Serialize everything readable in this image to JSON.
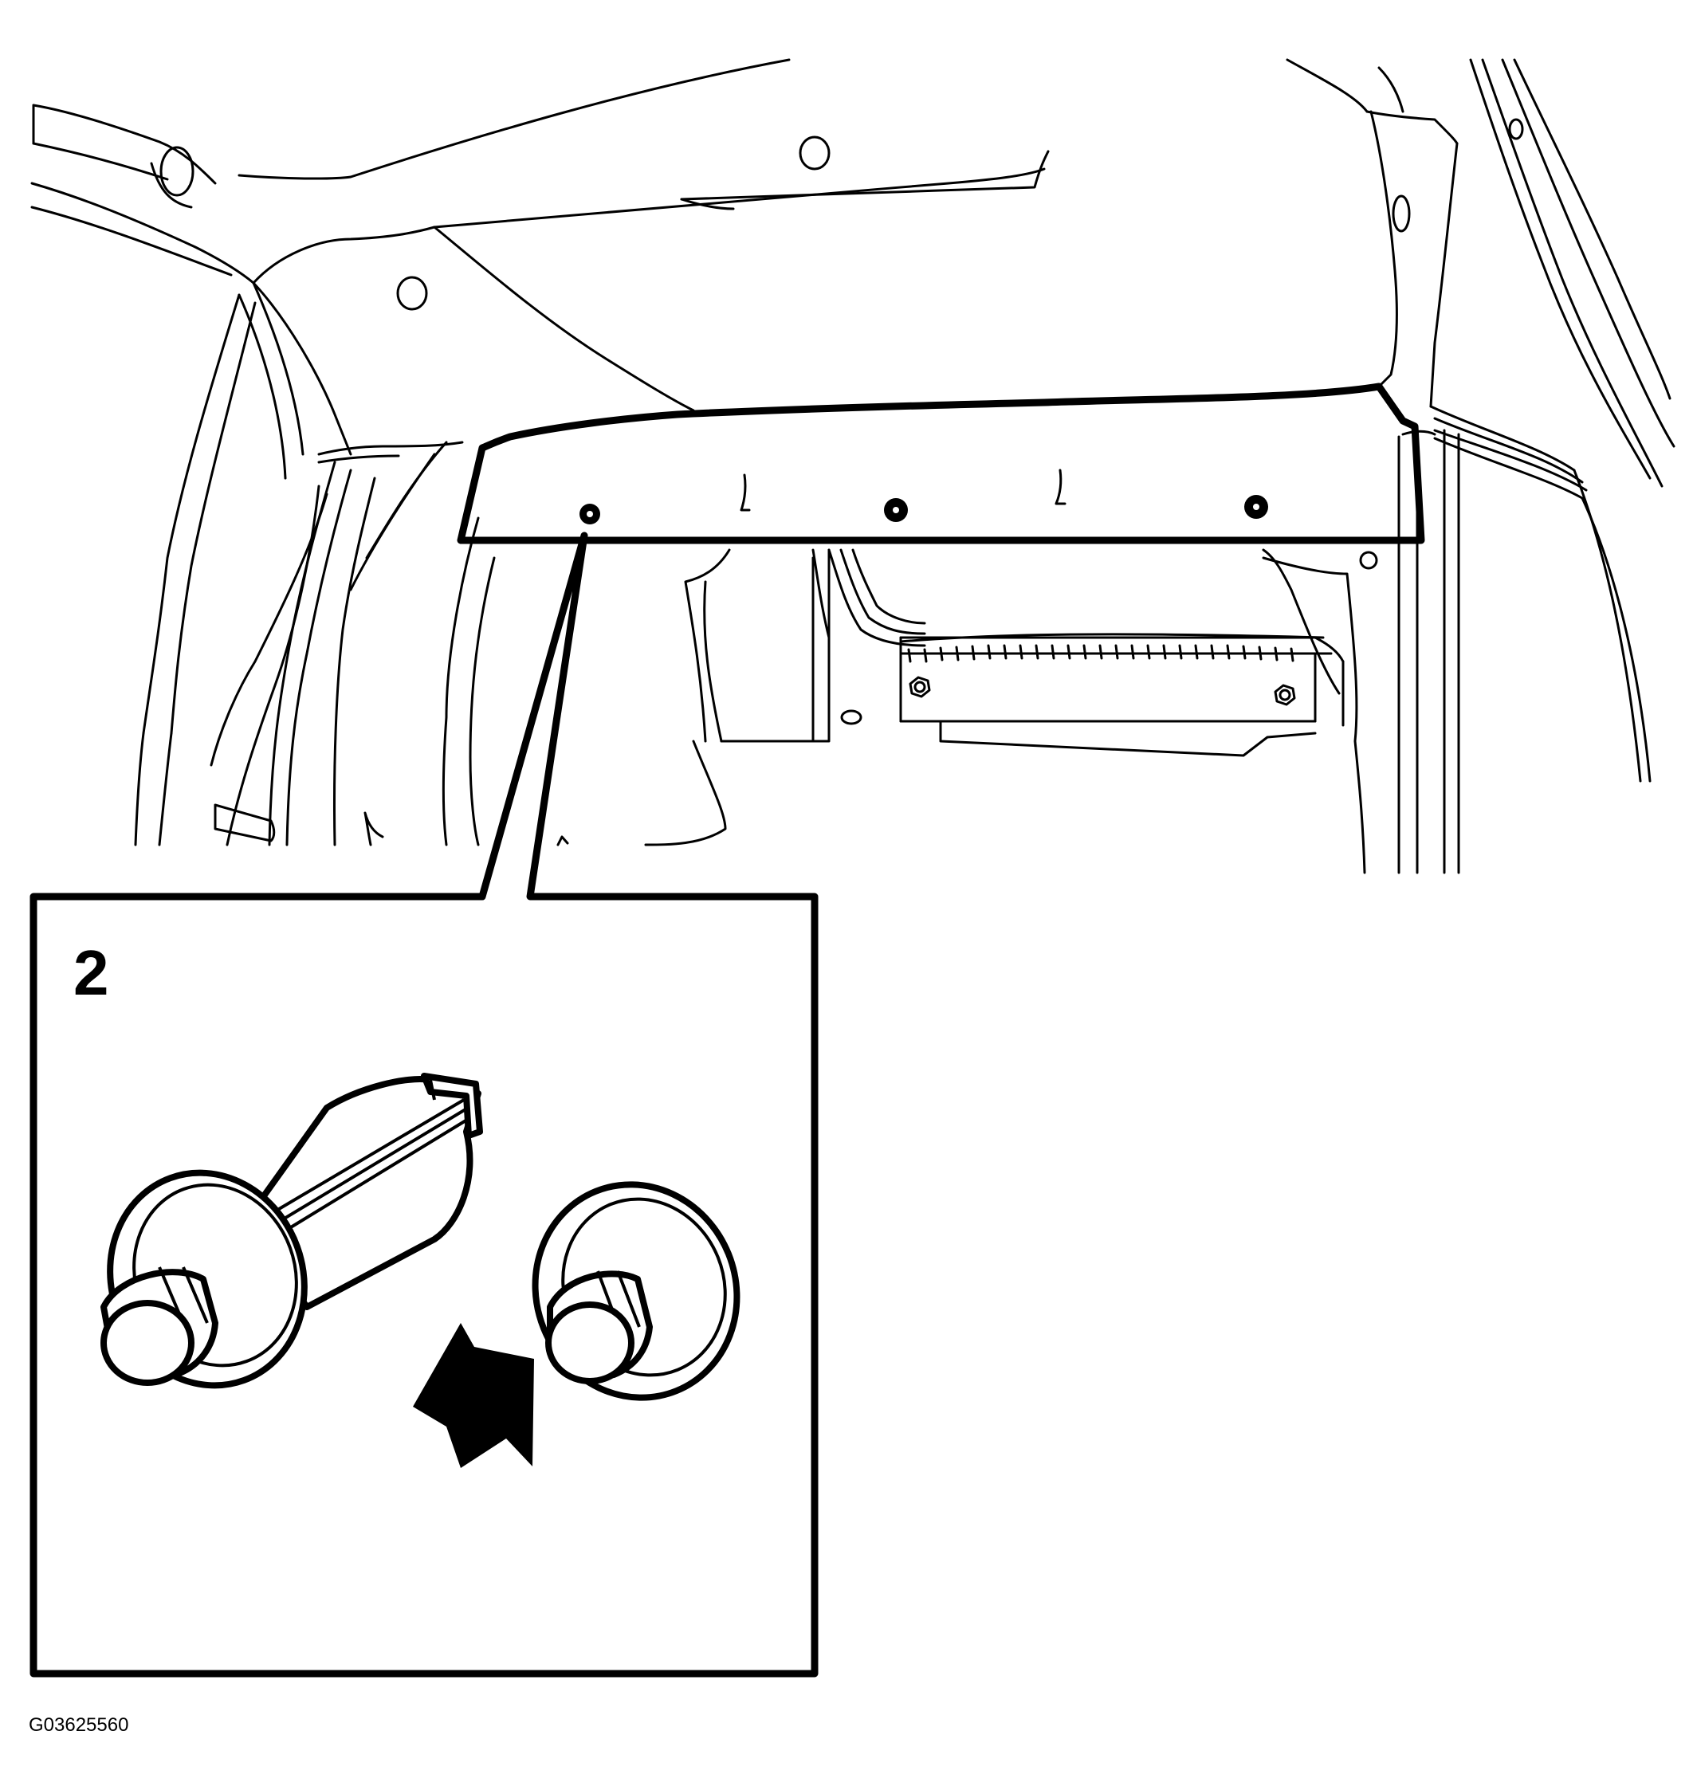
{
  "callout": {
    "label": "2"
  },
  "figure": {
    "id": "G03625560"
  },
  "icons": {
    "panel": "trim-panel",
    "fastener": "push-clip-fastener",
    "arrow": "push-arrow"
  }
}
